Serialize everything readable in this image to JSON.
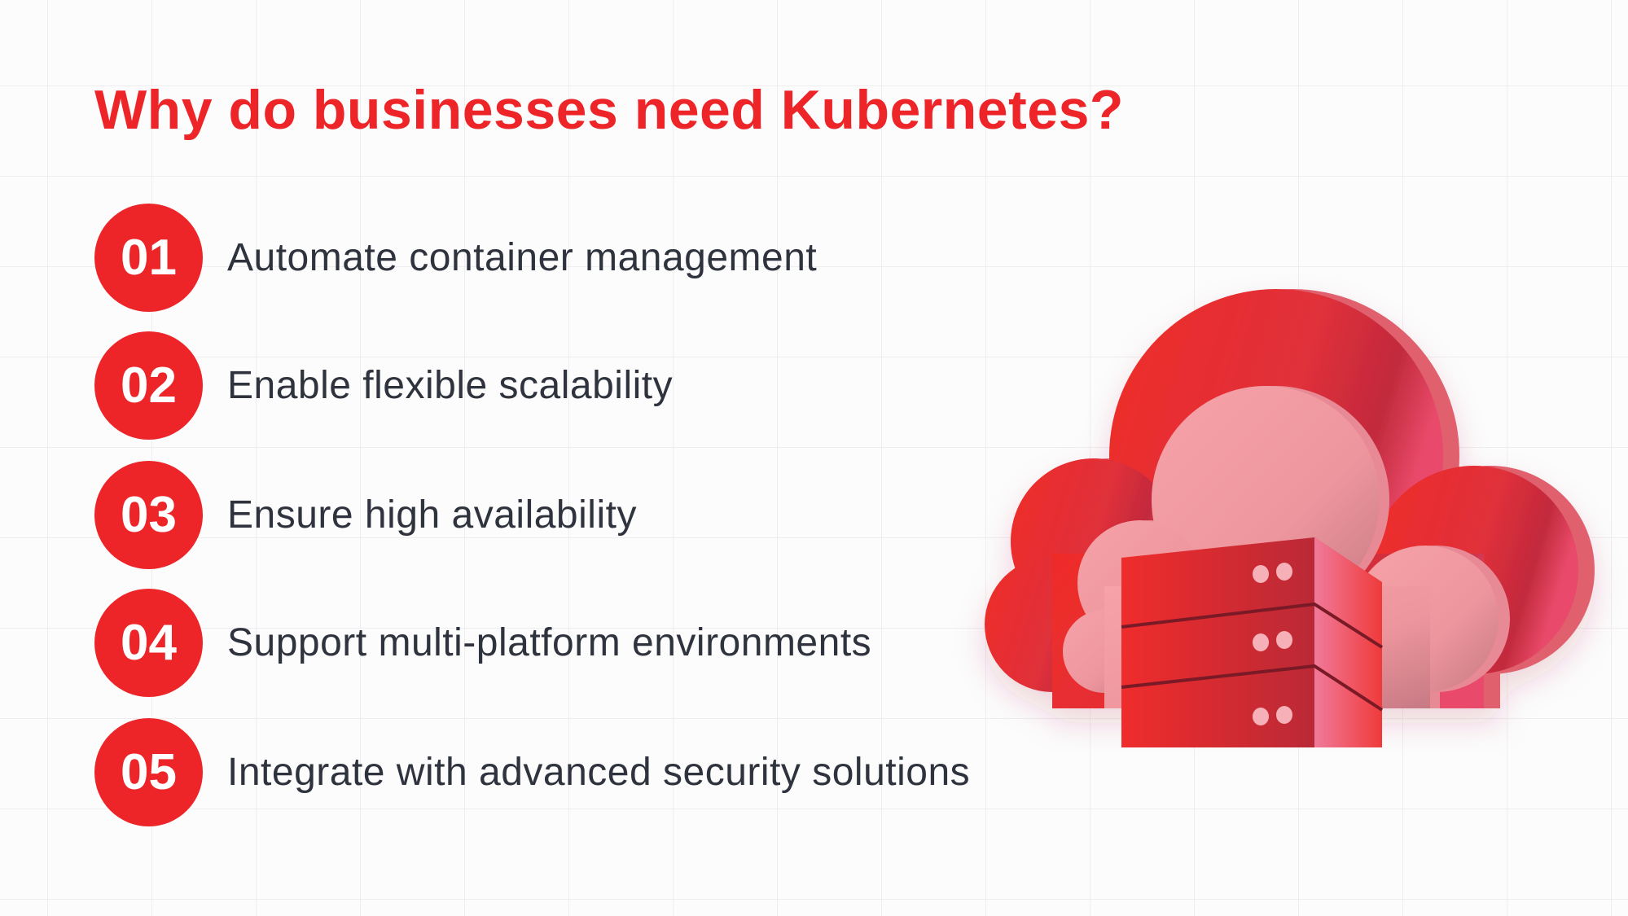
{
  "title": "Why do businesses need Kubernetes?",
  "items": [
    {
      "number": "01",
      "label": "Automate container management"
    },
    {
      "number": "02",
      "label": "Enable flexible scalability"
    },
    {
      "number": "03",
      "label": "Ensure high availability"
    },
    {
      "number": "04",
      "label": "Support multi-platform environments"
    },
    {
      "number": "05",
      "label": "Integrate with advanced security solutions"
    }
  ],
  "illustration": {
    "icon": "cloud-server-icon",
    "colors": {
      "primary": "#ee2528",
      "secondary": "#f4a0a6",
      "text": "#2f333d"
    }
  }
}
